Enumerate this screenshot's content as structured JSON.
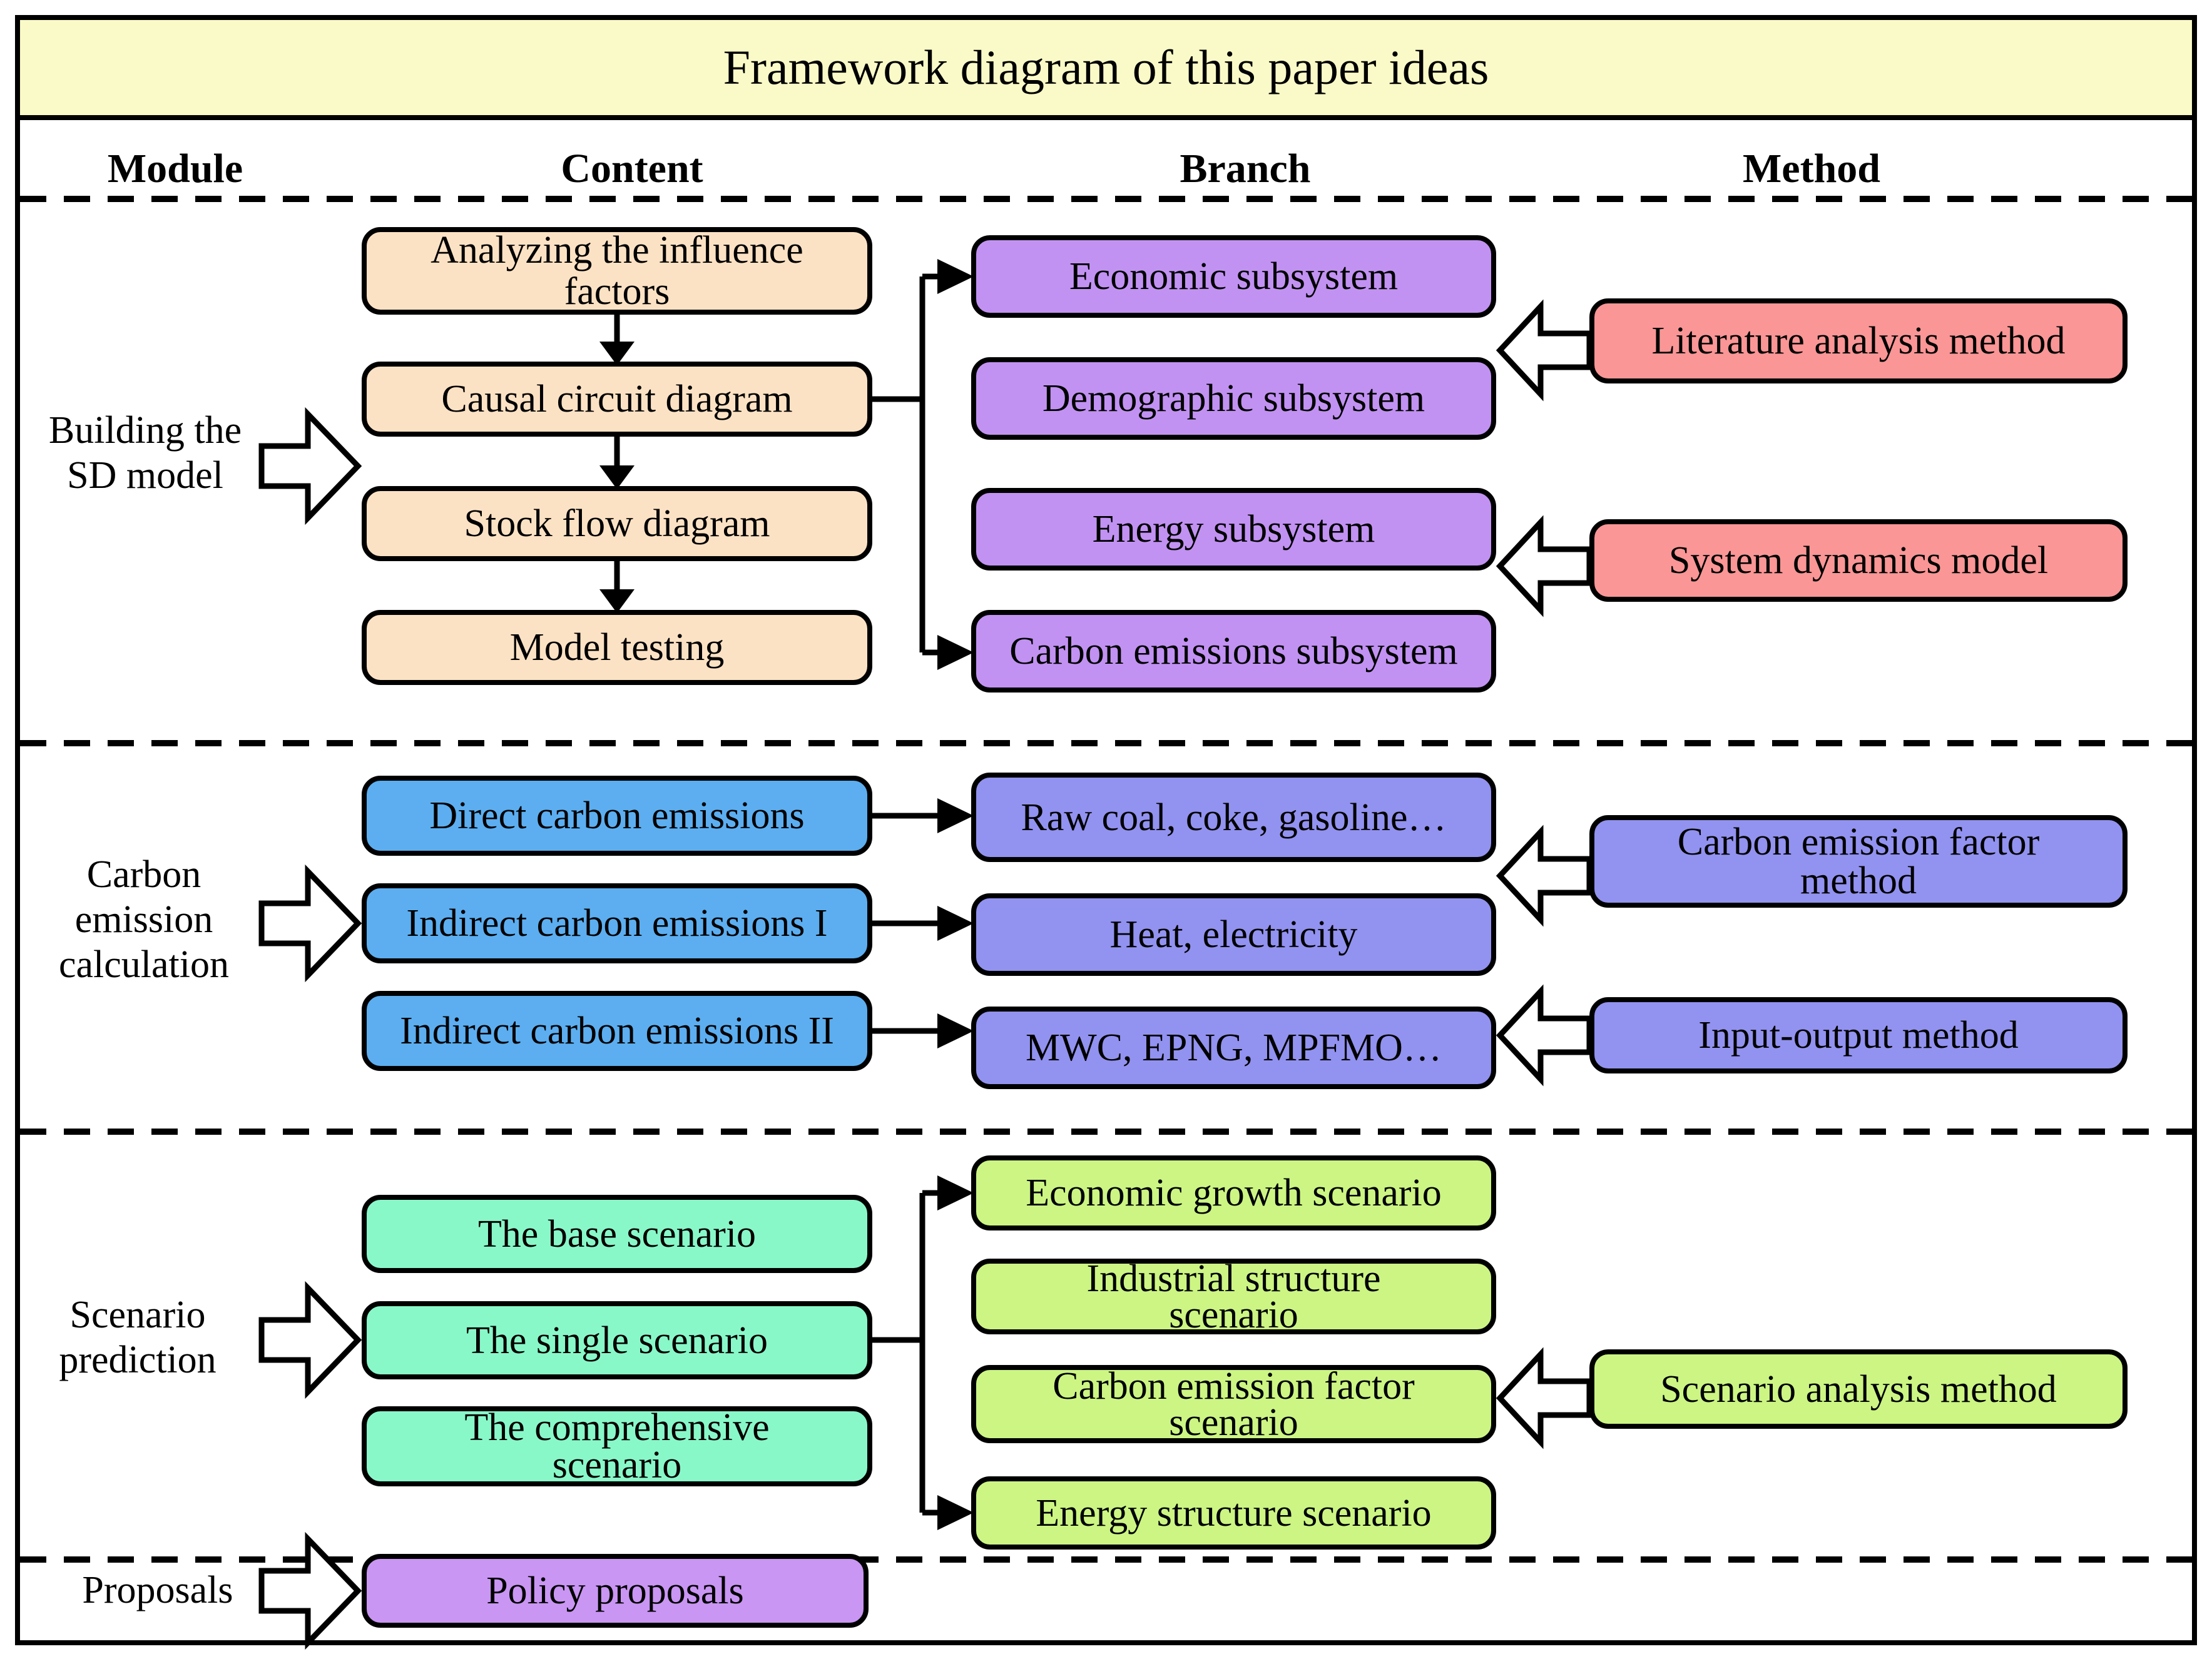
{
  "title": "Framework diagram of this paper ideas",
  "header": {
    "module": "Module",
    "content": "Content",
    "branch": "Branch",
    "method": "Method"
  },
  "sections": {
    "sd": {
      "module_label": "Building the\nSD model",
      "content": {
        "analyzing": "Analyzing the influence\nfactors",
        "causal": "Causal circuit diagram",
        "stock": "Stock flow diagram",
        "model_testing": "Model  testing"
      },
      "branch": {
        "economic": "Economic subsystem",
        "demographic": "Demographic  subsystem",
        "energy": "Energy subsystem",
        "carbon": "Carbon emissions subsystem"
      },
      "method": {
        "literature": "Literature analysis method",
        "system_dynamics": "System dynamics model"
      }
    },
    "carbon_calc": {
      "module_label": "Carbon\nemission\ncalculation",
      "content": {
        "direct": "Direct carbon emissions",
        "indirect1": "Indirect carbon emissions I",
        "indirect2": "Indirect carbon emissions II"
      },
      "branch": {
        "raw": "Raw coal, coke, gasoline…",
        "heat": "Heat, electricity",
        "mwc": "MWC, EPNG, MPFMO…"
      },
      "method": {
        "cef": "Carbon emission factor\nmethod",
        "io": "Input-output method"
      }
    },
    "scenario": {
      "module_label": "Scenario\nprediction",
      "content": {
        "base": "The base scenario",
        "single": "The single scenario",
        "comprehensive": "The comprehensive\nscenario"
      },
      "branch": {
        "economic_growth": "Economic growth scenario",
        "industrial": "Industrial structure\nscenario",
        "cef_scenario": "Carbon emission factor\nscenario",
        "energy_structure": "Energy structure scenario"
      },
      "method": {
        "scenario_analysis": "Scenario analysis method"
      }
    },
    "proposals": {
      "module_label": "Proposals",
      "content": {
        "policy": "Policy proposals"
      }
    }
  },
  "colors": {
    "title_bg": "#fafac8",
    "sd_content": "#fce2c4",
    "sd_branch": "#c192f2",
    "sd_method": "#fa9696",
    "calc_content": "#5caef0",
    "calc_branch_method": "#9292f0",
    "scenario_content": "#89f8c9",
    "scenario_branch_method": "#ccf584",
    "proposals_box": "#c996f3",
    "outline": "#000000"
  }
}
